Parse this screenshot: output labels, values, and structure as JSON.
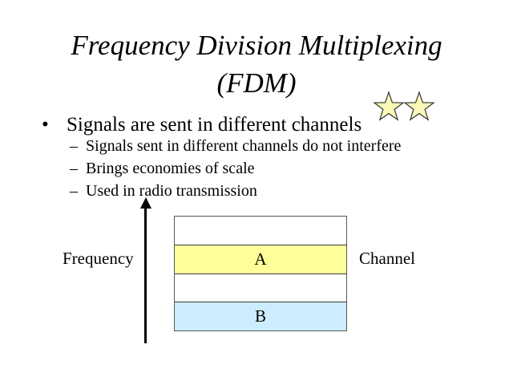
{
  "slide": {
    "title": {
      "line1": "Frequency Division Multiplexing",
      "line2": "(FDM)"
    },
    "bullets": {
      "marker": "•",
      "main": "Signals are sent in different channels",
      "sub_marker": "–",
      "sub": [
        "Signals sent in different channels do not interfere",
        "Brings economies of scale",
        "Used in radio transmission"
      ]
    },
    "diagram": {
      "axis_label": "Frequency",
      "side_label": "Channel",
      "bands": [
        {
          "label": "",
          "color": "#ffffff"
        },
        {
          "label": "A",
          "color": "#ffff99"
        },
        {
          "label": "",
          "color": "#ffffff"
        },
        {
          "label": "B",
          "color": "#ccecff"
        }
      ]
    },
    "decorations": {
      "stars": {
        "count": 2,
        "fill": "#f8f8b8"
      }
    },
    "colors": {
      "background": "#ffffff",
      "text": "#000000",
      "arrow": "#000000"
    }
  }
}
